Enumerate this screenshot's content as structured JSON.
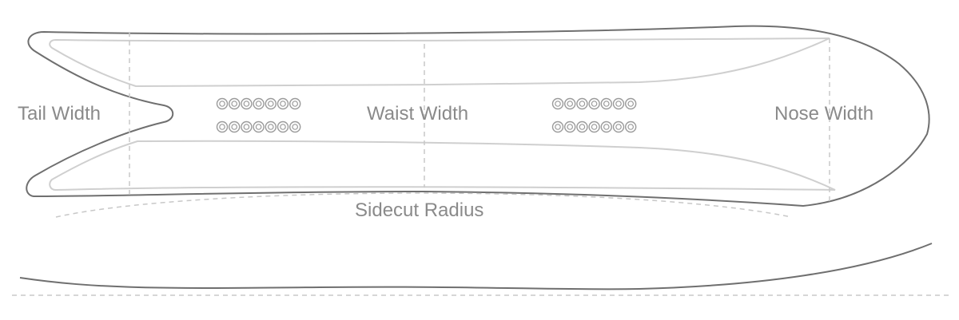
{
  "diagram": {
    "labels": {
      "tail_width": "Tail Width",
      "waist_width": "Waist Width",
      "nose_width": "Nose Width",
      "sidecut_radius": "Sidecut Radius"
    },
    "insert_pattern": {
      "groups": 2,
      "rows_per_group": 2,
      "inserts_per_row": 7
    },
    "colors": {
      "outline": "#6f6f6f",
      "inner_outline": "#cfcfcf",
      "dashed": "#c8c8c8",
      "text": "#8a8a8a"
    }
  }
}
